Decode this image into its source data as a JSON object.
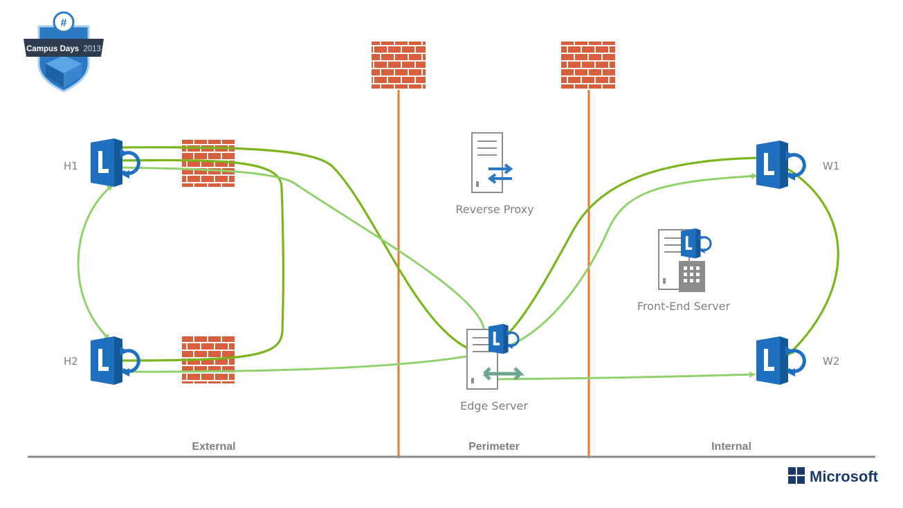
{
  "badge": {
    "symbol": "#",
    "text_main": "Campus Days",
    "text_year": "2013"
  },
  "zones": {
    "external": "External",
    "perimeter": "Perimeter",
    "internal": "Internal"
  },
  "nodes": {
    "h1": "H1",
    "h2": "H2",
    "w1": "W1",
    "w2": "W2",
    "reverse_proxy": "Reverse Proxy",
    "front_end": "Front-End Server",
    "edge": "Edge Server"
  },
  "colors": {
    "flow_dark": "#7ab51d",
    "flow_light": "#8fd16b",
    "firewall_line": "#e8792e",
    "brick": "#d95e3c",
    "lync_blue": "#1e6fbf",
    "axis": "#8c8c8c",
    "badge_blue": "#2b79c2"
  },
  "brand": {
    "name": "Microsoft"
  }
}
